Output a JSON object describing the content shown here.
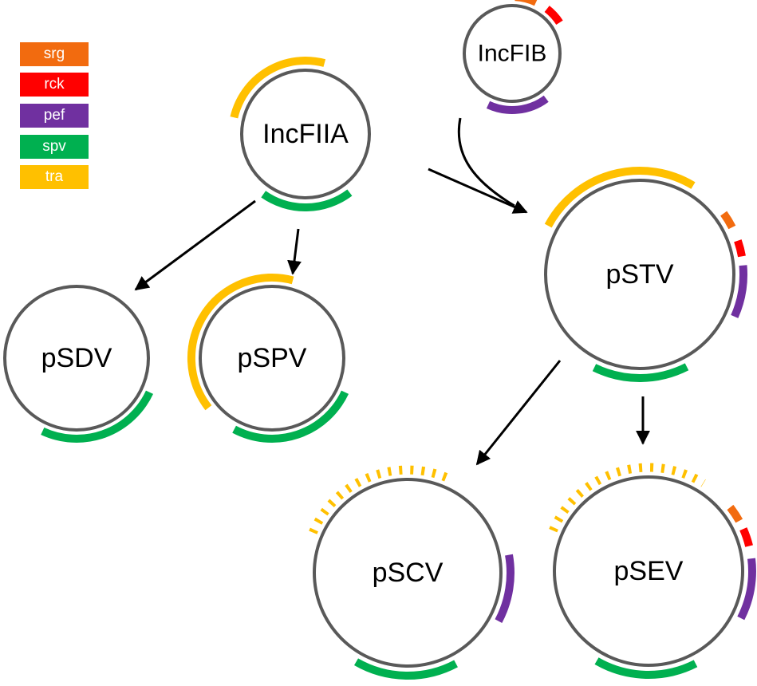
{
  "colors": {
    "srg": "#F26B0F",
    "rck": "#FF0000",
    "pef": "#7030A0",
    "spv": "#00B050",
    "tra": "#FFC000",
    "outline": "#595959",
    "arrow": "#000000"
  },
  "legend": [
    {
      "key": "srg",
      "label": "srg"
    },
    {
      "key": "rck",
      "label": "rck"
    },
    {
      "key": "pef",
      "label": "pef"
    },
    {
      "key": "spv",
      "label": "spv"
    },
    {
      "key": "tra",
      "label": "tra"
    }
  ],
  "plasmids": [
    {
      "id": "incfiia",
      "label": "IncFIIA",
      "segments": [
        {
          "gene": "tra",
          "start": 283,
          "end": 15
        },
        {
          "gene": "spv",
          "start": 143,
          "end": 215
        }
      ]
    },
    {
      "id": "incfib",
      "label": "IncFIB",
      "segments": [
        {
          "gene": "srg",
          "start": 3,
          "end": 25
        },
        {
          "gene": "rck",
          "start": 38,
          "end": 57
        },
        {
          "gene": "pef",
          "start": 143,
          "end": 205
        }
      ]
    },
    {
      "id": "pstv",
      "label": "pSTV",
      "segments": [
        {
          "gene": "tra",
          "start": 298,
          "end": 31
        },
        {
          "gene": "srg",
          "start": 54,
          "end": 63
        },
        {
          "gene": "rck",
          "start": 71,
          "end": 80
        },
        {
          "gene": "pef",
          "start": 85,
          "end": 114
        },
        {
          "gene": "spv",
          "start": 153,
          "end": 206
        }
      ]
    },
    {
      "id": "psdv",
      "label": "pSDV",
      "segments": [
        {
          "gene": "spv",
          "start": 115,
          "end": 205
        }
      ]
    },
    {
      "id": "pspv",
      "label": "pSPV",
      "segments": [
        {
          "gene": "tra",
          "start": 232,
          "end": 15
        },
        {
          "gene": "spv",
          "start": 115,
          "end": 208
        }
      ]
    },
    {
      "id": "pscv",
      "label": "pSCV",
      "segments": [
        {
          "gene": "tra",
          "start": 293,
          "end": 24,
          "style": "dashed"
        },
        {
          "gene": "pef",
          "start": 80,
          "end": 118
        },
        {
          "gene": "spv",
          "start": 152,
          "end": 210
        }
      ]
    },
    {
      "id": "psev",
      "label": "pSEV",
      "segments": [
        {
          "gene": "tra",
          "start": 293,
          "end": 32,
          "style": "dashed"
        },
        {
          "gene": "srg",
          "start": 52,
          "end": 61
        },
        {
          "gene": "rck",
          "start": 66,
          "end": 76
        },
        {
          "gene": "pef",
          "start": 83,
          "end": 117
        },
        {
          "gene": "spv",
          "start": 153,
          "end": 210
        }
      ]
    }
  ],
  "arrows": [
    {
      "id": "incfiia-to-psdv"
    },
    {
      "id": "incfiia-to-pspv"
    },
    {
      "id": "incfiia-to-pstv"
    },
    {
      "id": "incfib-to-pstv"
    },
    {
      "id": "pstv-to-pscv"
    },
    {
      "id": "pstv-to-psev"
    }
  ]
}
